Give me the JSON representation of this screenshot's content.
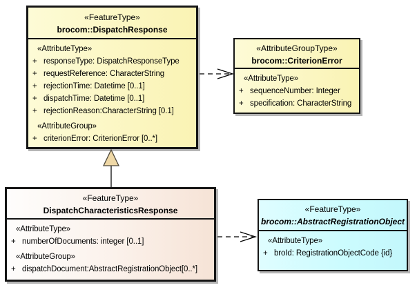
{
  "colors": {
    "yellow_fill": "#FBF5BC",
    "peach_fill_gradient_end": "#F6E3D6",
    "cyan_fill": "#CCFCFE",
    "generalization_triangle_fill": "#EFD8A6",
    "border": "#000000",
    "shadow": "#B6B6B6"
  },
  "dispatchResponse": {
    "stereotype": "«FeatureType»",
    "name": "brocom::DispatchResponse",
    "attrTypeLabel": "«AttributeType»",
    "attrs": [
      {
        "vis": "+",
        "text": "responseType: DispatchResponseType"
      },
      {
        "vis": "+",
        "text": "requestReference: CharacterString"
      },
      {
        "vis": "+",
        "text": "rejectionTime: Datetime [0..1]"
      },
      {
        "vis": "+",
        "text": "dispatchTime: Datetime [0..1]"
      },
      {
        "vis": "+",
        "text": "rejectionReason:CharacterString [0.1]"
      }
    ],
    "attrGroupLabel": "«AttributeGroup»",
    "groupAttrs": [
      {
        "vis": "+",
        "text": "criterionError: CriterionError [0..*]"
      }
    ]
  },
  "criterionError": {
    "stereotype": "«AttributeGroupType»",
    "name": "brocom::CriterionError",
    "attrTypeLabel": "«AttributeType»",
    "attrs": [
      {
        "vis": "+",
        "text": "sequenceNumber: Integer"
      },
      {
        "vis": "+",
        "text": "specification: CharacterString"
      }
    ]
  },
  "dispatchCharacteristicsResponse": {
    "stereotype": "«FeatureType»",
    "name": "DispatchCharacteristicsResponse",
    "attrTypeLabel": "«AttributeType»",
    "attrs": [
      {
        "vis": "+",
        "text": "numberOfDocuments: integer [0..1]"
      }
    ],
    "attrGroupLabel": "«AttributeGroup»",
    "groupAttrs": [
      {
        "vis": "+",
        "text": "dispatchDocument:AbstractRegistrationObject[0..*]"
      }
    ]
  },
  "abstractRegistrationObject": {
    "stereotype": "«FeatureType»",
    "name": "brocom::AbstractRegistrationObject",
    "attrTypeLabel": "«AttributeType»",
    "attrs": [
      {
        "vis": "+",
        "text": "broId: RegistrationObjectCode {id}"
      }
    ]
  }
}
